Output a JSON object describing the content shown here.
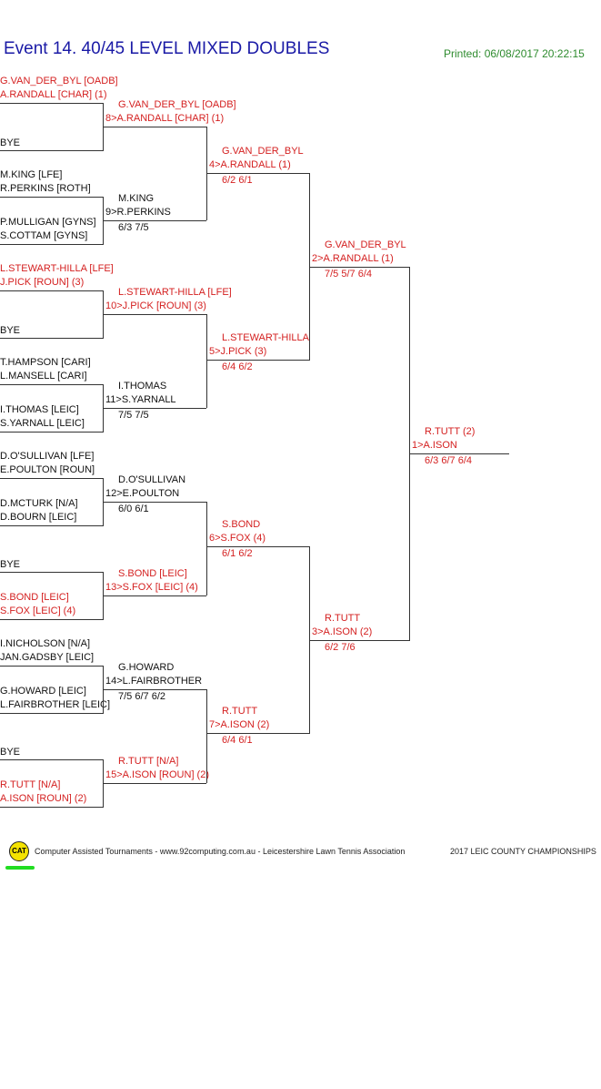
{
  "header": {
    "title": "Event 14. 40/45 LEVEL MIXED DOUBLES",
    "printed": "Printed: 06/08/2017 20:22:15"
  },
  "round1": [
    {
      "p1": "G.VAN_DER_BYL [OADB]",
      "p2": "A.RANDALL [CHAR] (1)",
      "red": true
    },
    {
      "p1": "BYE",
      "p2": "",
      "red": false
    },
    {
      "p1": "M.KING [LFE]",
      "p2": "R.PERKINS [ROTH]",
      "red": false
    },
    {
      "p1": "P.MULLIGAN [GYNS]",
      "p2": "S.COTTAM [GYNS]",
      "red": false
    },
    {
      "p1": "L.STEWART-HILLA [LFE]",
      "p2": "J.PICK [ROUN] (3)",
      "red": true
    },
    {
      "p1": "BYE",
      "p2": "",
      "red": false
    },
    {
      "p1": "T.HAMPSON [CARI]",
      "p2": "L.MANSELL [CARI]",
      "red": false
    },
    {
      "p1": "I.THOMAS [LEIC]",
      "p2": "S.YARNALL [LEIC]",
      "red": false
    },
    {
      "p1": "D.O'SULLIVAN [LFE]",
      "p2": "E.POULTON [ROUN]",
      "red": false
    },
    {
      "p1": "D.MCTURK [N/A]",
      "p2": "D.BOURN [LEIC]",
      "red": false
    },
    {
      "p1": "BYE",
      "p2": "",
      "red": false
    },
    {
      "p1": "S.BOND [LEIC]",
      "p2": "S.FOX [LEIC] (4)",
      "red": true
    },
    {
      "p1": "I.NICHOLSON [N/A]",
      "p2": "JAN.GADSBY [LEIC]",
      "red": false
    },
    {
      "p1": "G.HOWARD [LEIC]",
      "p2": "L.FAIRBROTHER [LEIC]",
      "red": false
    },
    {
      "p1": "BYE",
      "p2": "",
      "red": false
    },
    {
      "p1": "R.TUTT [N/A]",
      "p2": "A.ISON [ROUN] (2)",
      "red": true
    }
  ],
  "round2": [
    {
      "p1": "G.VAN_DER_BYL [OADB]",
      "p2": "8>A.RANDALL [CHAR] (1)",
      "score": "",
      "red": true
    },
    {
      "p1": "M.KING",
      "p2": "9>R.PERKINS",
      "score": "6/3 7/5",
      "red": false
    },
    {
      "p1": "L.STEWART-HILLA [LFE]",
      "p2": "10>J.PICK [ROUN] (3)",
      "score": "",
      "red": true
    },
    {
      "p1": "I.THOMAS",
      "p2": "11>S.YARNALL",
      "score": "7/5 7/5",
      "red": false
    },
    {
      "p1": "D.O'SULLIVAN",
      "p2": "12>E.POULTON",
      "score": "6/0 6/1",
      "red": false
    },
    {
      "p1": "S.BOND [LEIC]",
      "p2": "13>S.FOX [LEIC] (4)",
      "score": "",
      "red": true
    },
    {
      "p1": "G.HOWARD",
      "p2": "14>L.FAIRBROTHER",
      "score": "7/5 6/7 6/2",
      "red": false
    },
    {
      "p1": "R.TUTT [N/A]",
      "p2": "15>A.ISON [ROUN] (2)",
      "score": "",
      "red": true
    }
  ],
  "round3": [
    {
      "p1": "G.VAN_DER_BYL",
      "p2": "4>A.RANDALL (1)",
      "score": "6/2 6/1"
    },
    {
      "p1": "L.STEWART-HILLA",
      "p2": "5>J.PICK (3)",
      "score": "6/4 6/2"
    },
    {
      "p1": "S.BOND",
      "p2": "6>S.FOX (4)",
      "score": "6/1 6/2"
    },
    {
      "p1": "R.TUTT",
      "p2": "7>A.ISON (2)",
      "score": "6/4 6/1"
    }
  ],
  "round4": [
    {
      "p1": "G.VAN_DER_BYL",
      "p2": "2>A.RANDALL (1)",
      "score": "7/5 5/7 6/4"
    },
    {
      "p1": "R.TUTT",
      "p2": "3>A.ISON (2)",
      "score": "6/2 7/6"
    }
  ],
  "final": {
    "p1": "R.TUTT (2)",
    "p2": "1>A.ISON",
    "score": "6/3 6/7 6/4"
  },
  "footer": {
    "logo_text": "CAT",
    "credits": "Computer Assisted Tournaments - www.92computing.com.au -  Leicestershire Lawn Tennis Association",
    "event": "2017 LEIC COUNTY CHAMPIONSHIPS"
  }
}
